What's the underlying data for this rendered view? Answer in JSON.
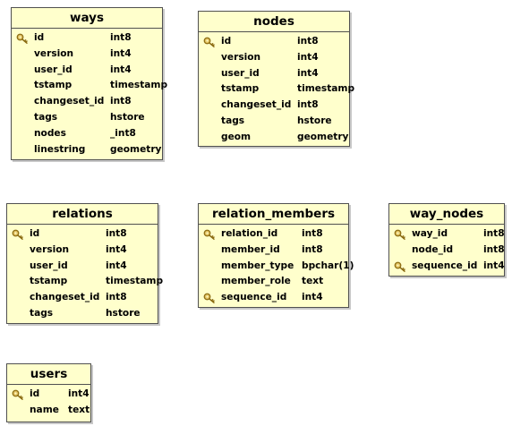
{
  "tables": [
    {
      "id": "ways",
      "title": "ways",
      "columns": [
        {
          "name": "id",
          "type": "int8",
          "key": true
        },
        {
          "name": "version",
          "type": "int4",
          "key": false
        },
        {
          "name": "user_id",
          "type": "int4",
          "key": false
        },
        {
          "name": "tstamp",
          "type": "timestamp",
          "key": false
        },
        {
          "name": "changeset_id",
          "type": "int8",
          "key": false
        },
        {
          "name": "tags",
          "type": "hstore",
          "key": false
        },
        {
          "name": "nodes",
          "type": "_int8",
          "key": false
        },
        {
          "name": "linestring",
          "type": "geometry",
          "key": false
        }
      ]
    },
    {
      "id": "nodes",
      "title": "nodes",
      "columns": [
        {
          "name": "id",
          "type": "int8",
          "key": true
        },
        {
          "name": "version",
          "type": "int4",
          "key": false
        },
        {
          "name": "user_id",
          "type": "int4",
          "key": false
        },
        {
          "name": "tstamp",
          "type": "timestamp",
          "key": false
        },
        {
          "name": "changeset_id",
          "type": "int8",
          "key": false
        },
        {
          "name": "tags",
          "type": "hstore",
          "key": false
        },
        {
          "name": "geom",
          "type": "geometry",
          "key": false
        }
      ]
    },
    {
      "id": "relations",
      "title": "relations",
      "columns": [
        {
          "name": "id",
          "type": "int8",
          "key": true
        },
        {
          "name": "version",
          "type": "int4",
          "key": false
        },
        {
          "name": "user_id",
          "type": "int4",
          "key": false
        },
        {
          "name": "tstamp",
          "type": "timestamp",
          "key": false
        },
        {
          "name": "changeset_id",
          "type": "int8",
          "key": false
        },
        {
          "name": "tags",
          "type": "hstore",
          "key": false
        }
      ]
    },
    {
      "id": "relation-members",
      "title": "relation_members",
      "columns": [
        {
          "name": "relation_id",
          "type": "int8",
          "key": true
        },
        {
          "name": "member_id",
          "type": "int8",
          "key": false
        },
        {
          "name": "member_type",
          "type": "bpchar(1)",
          "key": false
        },
        {
          "name": "member_role",
          "type": "text",
          "key": false
        },
        {
          "name": "sequence_id",
          "type": "int4",
          "key": true
        }
      ]
    },
    {
      "id": "way-nodes",
      "title": "way_nodes",
      "columns": [
        {
          "name": "way_id",
          "type": "int8",
          "key": true
        },
        {
          "name": "node_id",
          "type": "int8",
          "key": false
        },
        {
          "name": "sequence_id",
          "type": "int4",
          "key": true
        }
      ]
    },
    {
      "id": "users",
      "title": "users",
      "columns": [
        {
          "name": "id",
          "type": "int4",
          "key": true
        },
        {
          "name": "name",
          "type": "text",
          "key": false
        }
      ]
    }
  ]
}
